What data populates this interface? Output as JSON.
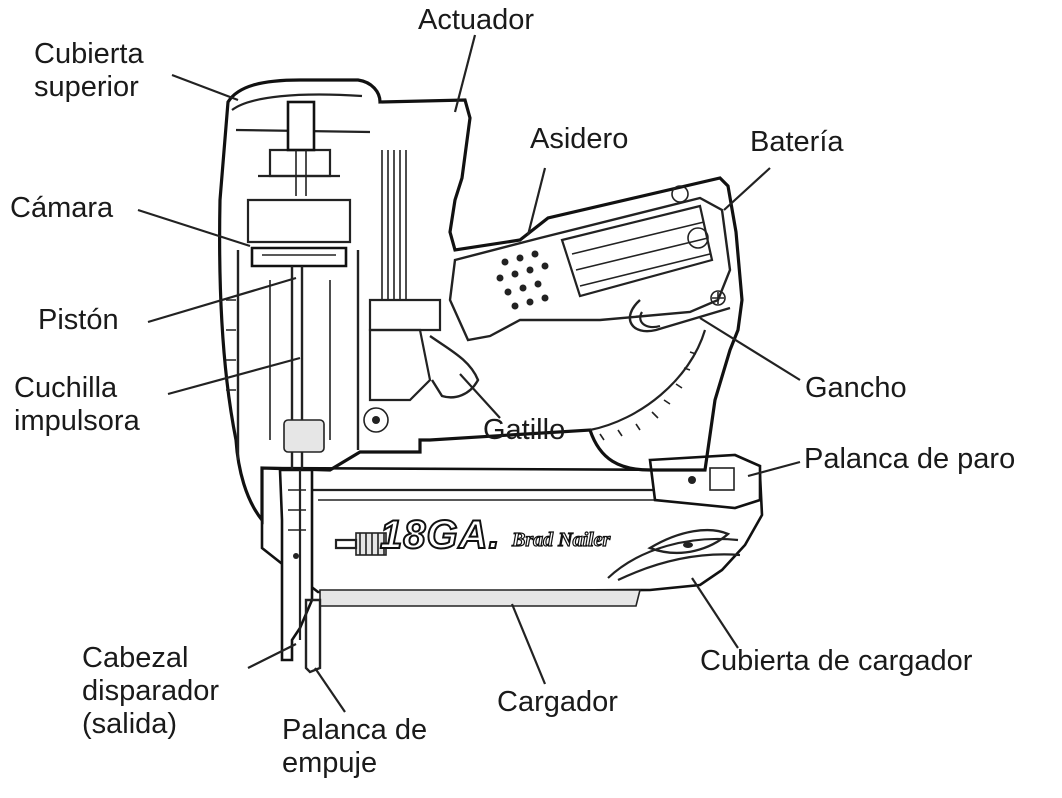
{
  "labels": {
    "cubierta_superior": [
      "Cubierta",
      "superior"
    ],
    "actuador": "Actuador",
    "asidero": "Asidero",
    "bateria": "Batería",
    "camara": "Cámara",
    "piston": "Pistón",
    "cuchilla_impulsora": [
      "Cuchilla",
      "impulsora"
    ],
    "gancho": "Gancho",
    "gatillo": "Gatillo",
    "palanca_de_paro": "Palanca de paro",
    "cubierta_de_cargador": "Cubierta de cargador",
    "cabezal_disparador": [
      "Cabezal",
      "disparador",
      "(salida)"
    ],
    "palanca_de_empuje": [
      "Palanca de",
      "empuje"
    ],
    "cargador": "Cargador"
  },
  "tool_markings": {
    "model": "18GA.",
    "type": "Brad Nailer"
  },
  "colors": {
    "line": "#222222",
    "text": "#1a1a1a",
    "background": "#ffffff"
  }
}
